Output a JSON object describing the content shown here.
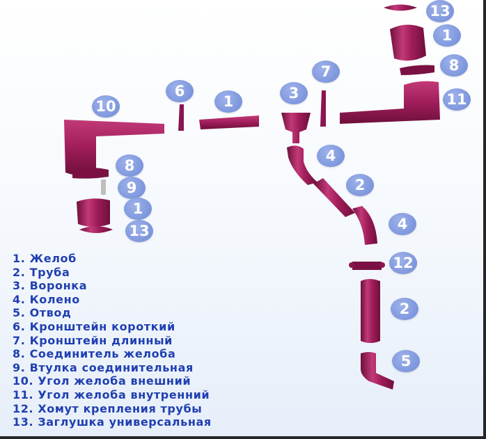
{
  "diagram": {
    "part_color": "#a01d5a",
    "badge_color": "#7d96dd",
    "legend_color": "#1f3fb0",
    "badges": [
      {
        "id": "badge-13-top-right",
        "text": "13"
      },
      {
        "id": "badge-1-top-right",
        "text": "1"
      },
      {
        "id": "badge-8-top-right",
        "text": "8"
      },
      {
        "id": "badge-7",
        "text": "7"
      },
      {
        "id": "badge-6",
        "text": "6"
      },
      {
        "id": "badge-3",
        "text": "3"
      },
      {
        "id": "badge-1-center",
        "text": "1"
      },
      {
        "id": "badge-10",
        "text": "10"
      },
      {
        "id": "badge-11",
        "text": "11"
      },
      {
        "id": "badge-4-upper",
        "text": "4"
      },
      {
        "id": "badge-8-left",
        "text": "8"
      },
      {
        "id": "badge-9",
        "text": "9"
      },
      {
        "id": "badge-2-upper",
        "text": "2"
      },
      {
        "id": "badge-1-left",
        "text": "1"
      },
      {
        "id": "badge-4-lower",
        "text": "4"
      },
      {
        "id": "badge-13-left",
        "text": "13"
      },
      {
        "id": "badge-12",
        "text": "12"
      },
      {
        "id": "badge-2-lower",
        "text": "2"
      },
      {
        "id": "badge-5",
        "text": "5"
      }
    ],
    "legend": [
      "1. Желоб",
      "2. Труба",
      "3. Воронка",
      "4. Колено",
      "5. Отвод",
      "6. Кронштейн короткий",
      "7. Кронштейн длинный",
      "8. Соединитель желоба",
      "9. Втулка соединительная",
      "10. Угол желоба внешний",
      "11. Угол желоба внутренний",
      "12. Хомут крепления трубы",
      "13. Заглушка универсальная"
    ]
  }
}
